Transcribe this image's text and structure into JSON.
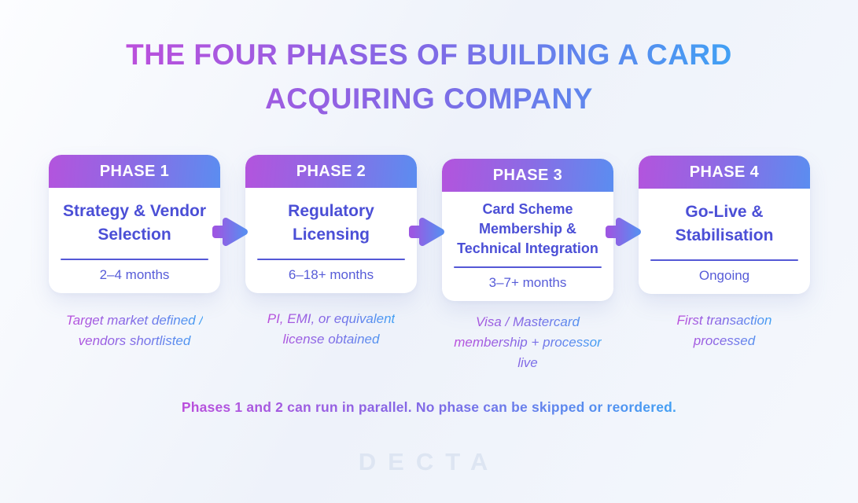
{
  "page": {
    "title_lines": [
      "THE FOUR PHASES OF BUILDING A CARD",
      "ACQUIRING COMPANY"
    ],
    "note": "Phases 1 and 2 can run in parallel. No phase can be skipped or reordered.",
    "watermark": "DECTA"
  },
  "phases": [
    {
      "badge": "PHASE 1",
      "title_lines": [
        "Strategy & Vendor",
        "Selection"
      ],
      "duration": "2–4 months",
      "caption_lines": [
        "Target market defined /",
        "vendors shortlisted"
      ]
    },
    {
      "badge": "PHASE 2",
      "title_lines": [
        "Regulatory",
        "Licensing"
      ],
      "duration": "6–18+ months",
      "caption_lines": [
        "PI, EMI, or equivalent",
        "license obtained"
      ]
    },
    {
      "badge": "PHASE 3",
      "title_lines": [
        "Card Scheme",
        "Membership &",
        "Technical Integration"
      ],
      "duration": "3–7+ months",
      "caption_lines": [
        "Visa / Mastercard",
        "membership + processor",
        "live"
      ]
    },
    {
      "badge": "PHASE 4",
      "title_lines": [
        "Go-Live &",
        "Stabilisation"
      ],
      "duration": "Ongoing",
      "caption_lines": [
        "First transaction",
        "processed"
      ]
    }
  ],
  "colors": {
    "gradient_start": "#bb4fdc",
    "gradient_mid": "#7f6ae6",
    "gradient_end": "#41a0f4",
    "card_text": "#4b4fd6",
    "duration_text": "#575cd8",
    "divider": "#5458d6",
    "card_bg": "#ffffff",
    "badge_text": "#ffffff",
    "watermark": "#dde5f2"
  }
}
